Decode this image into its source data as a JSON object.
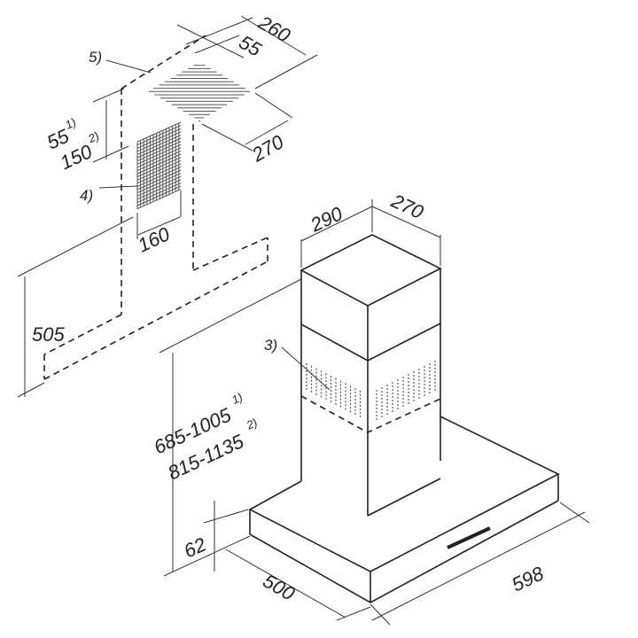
{
  "diagram": {
    "dimensions": {
      "duct_width_top": "260",
      "duct_offset": "55",
      "duct_depth": "270",
      "opening_height_1": "55",
      "opening_height_2": "150",
      "opening_width": "160",
      "bracket_height": "505",
      "chimney_width": "290",
      "chimney_depth": "270",
      "height_range_1": "685-1005",
      "height_range_2": "815-1135",
      "canopy_thickness": "62",
      "canopy_depth": "500",
      "canopy_width": "598"
    },
    "footnotes": {
      "one": "1)",
      "two": "2)"
    },
    "callouts": {
      "three": "3)",
      "four": "4)",
      "five": "5)"
    }
  }
}
